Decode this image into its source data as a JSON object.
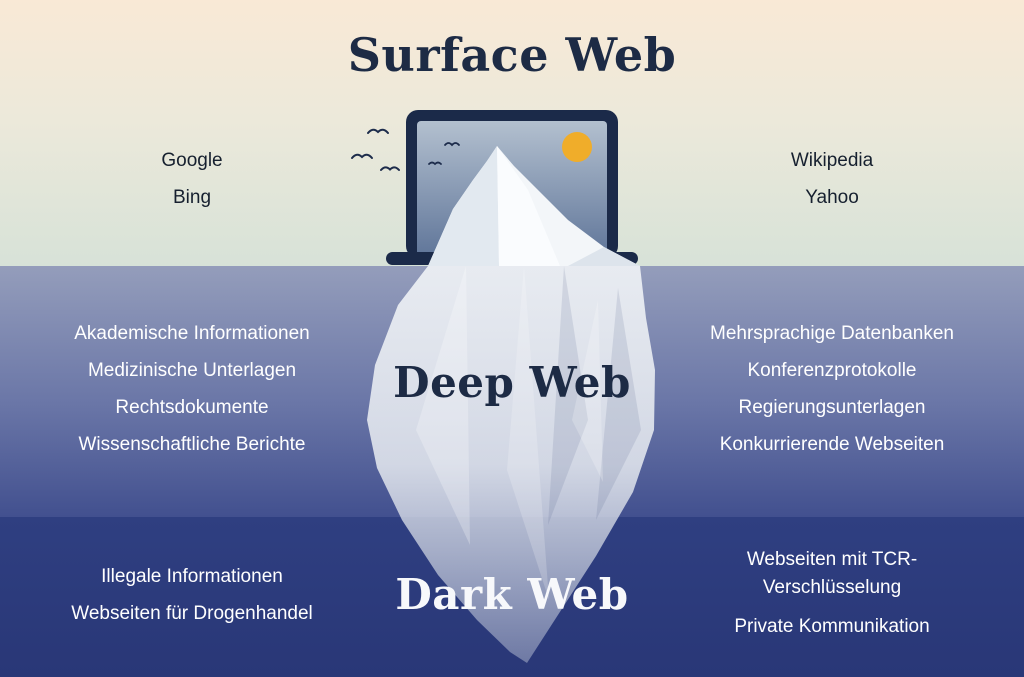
{
  "sections": {
    "surface": {
      "title": "Surface Web",
      "left": [
        "Google",
        "Bing"
      ],
      "right": [
        "Wikipedia",
        "Yahoo"
      ]
    },
    "deep": {
      "title": "Deep Web",
      "left": [
        "Akademische Informationen",
        "Medizinische Unterlagen",
        "Rechtsdokumente",
        "Wissenschaftliche Berichte"
      ],
      "right": [
        "Mehrsprachige Datenbanken",
        "Konferenzprotokolle",
        "Regierungsunterlagen",
        "Konkurrierende Webseiten"
      ]
    },
    "dark": {
      "title": "Dark Web",
      "left": [
        "Illegale Informationen",
        "Webseiten für Drogenhandel"
      ],
      "right": [
        "Webseiten mit TCR-Verschlüsselung",
        "Private Kommunikation"
      ]
    }
  },
  "icons": {
    "laptop": "laptop-icon",
    "iceberg": "iceberg-illustration",
    "sun": "sun-icon",
    "bird": "bird-icon"
  },
  "colors": {
    "surface_top": "#f9e9d6",
    "surface_bottom": "#d7e2d8",
    "deep_top": "#949dbb",
    "deep_bottom": "#42508f",
    "dark_bg": "#2d3c7c",
    "title_navy": "#1d2b45",
    "text_light": "#ffffff",
    "sun": "#f0ad2a",
    "laptop_frame": "#1b2a49",
    "iceberg_above": "#f3f6f9"
  }
}
